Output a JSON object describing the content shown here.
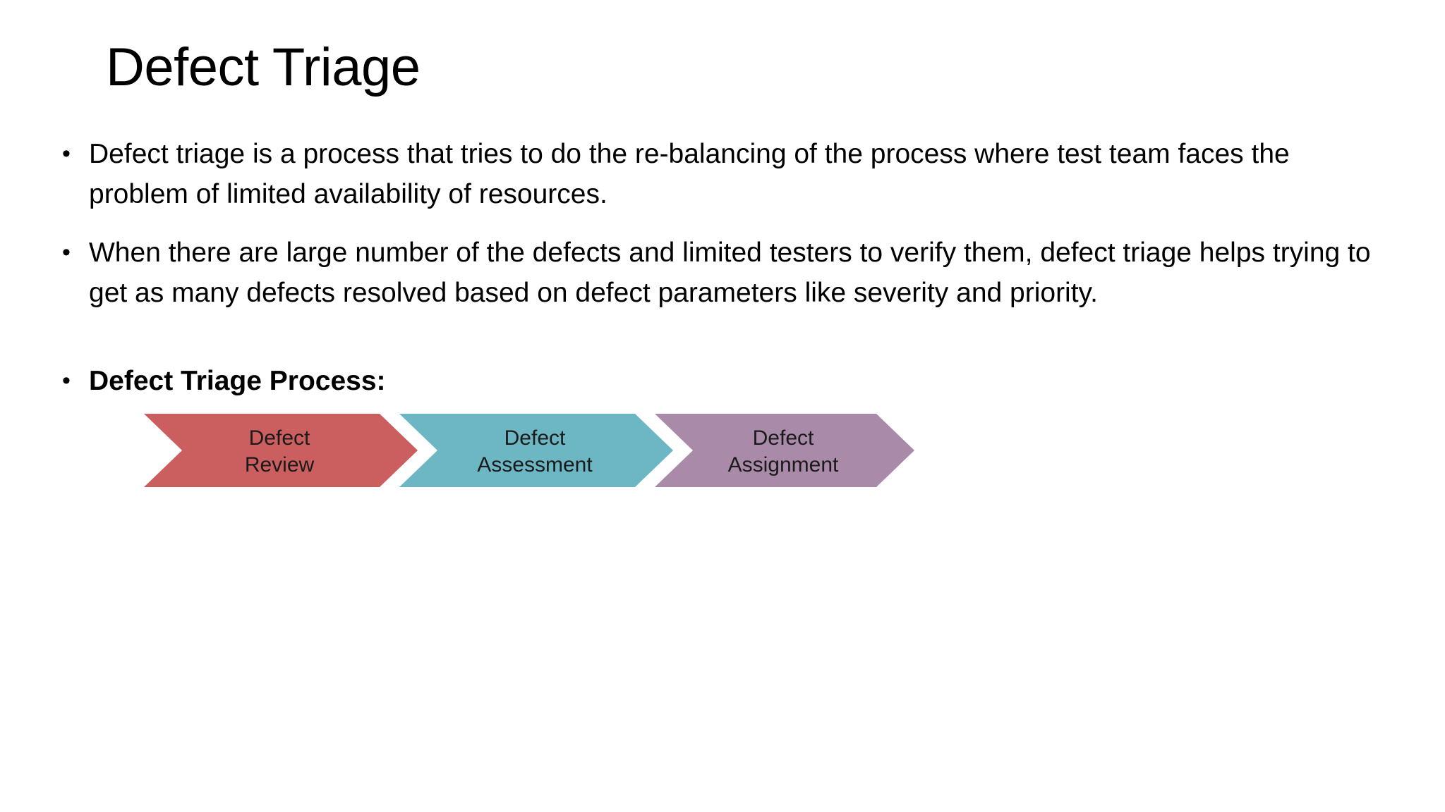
{
  "slide": {
    "title": "Defect Triage",
    "background_color": "#FFFFFF",
    "text_color": "#000000"
  },
  "bullets": [
    {
      "marker": "•",
      "text": "Defect triage is a process that tries to do the re-balancing of the process where test team faces the problem of limited availability of resources.",
      "bold": false
    },
    {
      "marker": "•",
      "text": "When there are large number of the defects and limited testers to verify them, defect triage helps trying to get as many defects resolved based on defect parameters like severity and priority.",
      "bold": false
    },
    {
      "marker": "•",
      "text": "Defect Triage Process:",
      "bold": true
    }
  ],
  "process": {
    "name": "defect-triage-process",
    "steps": [
      {
        "line1": "Defect",
        "line2": "Review",
        "color": "#CB5F5F"
      },
      {
        "line1": "Defect",
        "line2": "Assessment",
        "color": "#6DB6C3"
      },
      {
        "line1": "Defect",
        "line2": "Assignment",
        "color": "#A98AA8"
      }
    ]
  }
}
